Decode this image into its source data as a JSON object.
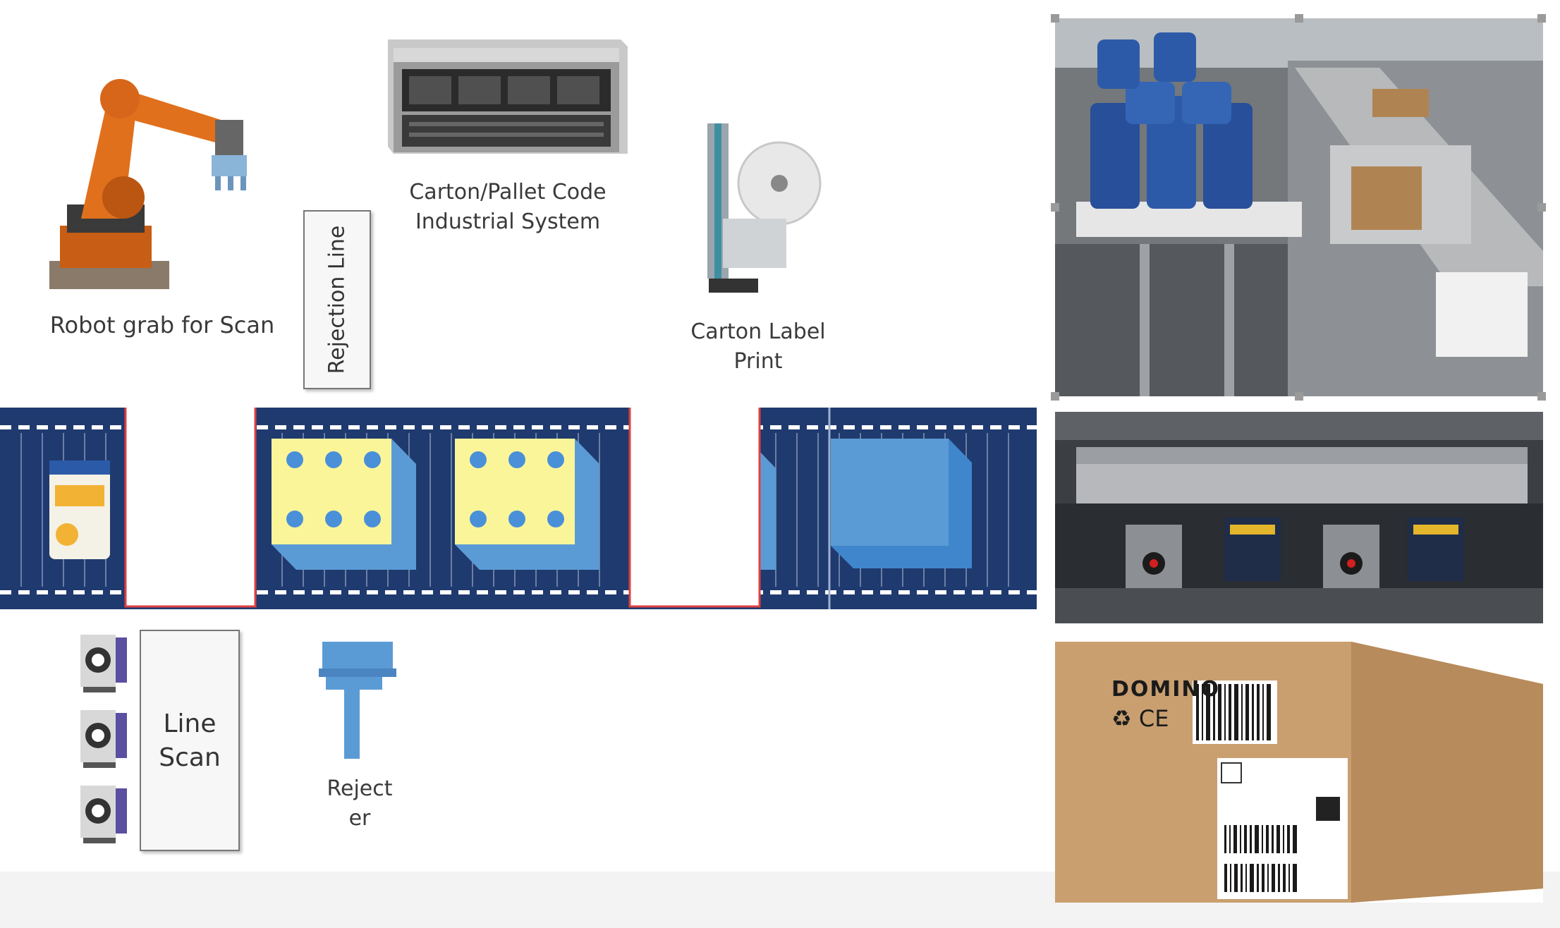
{
  "labels": {
    "robot": "Robot grab for Scan",
    "server": "Carton/Pallet Code\nIndustrial System",
    "rejection_line": "Rejection Line",
    "label_print": "Carton Label\nPrint",
    "line_scan": "Line\nScan",
    "rejecter": "Reject\ner"
  },
  "colors": {
    "belt": "#1f3a6e",
    "belt_dash": "#ffffff",
    "box_front": "#fbf59a",
    "box_side": "#5b9bd5",
    "dot": "#4a90d9",
    "station_border": "#e04040",
    "robot": "#e0701c"
  },
  "photos": {
    "packing_line": "packing-line-photo",
    "scanner_station": "scanner-station-photo",
    "carton": "carton-photo"
  },
  "carton": {
    "brand": "DOMINO",
    "marks": "♻ CE"
  }
}
